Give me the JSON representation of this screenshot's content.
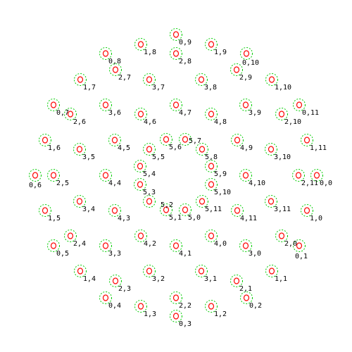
{
  "colors": {
    "background": "#ffffff",
    "outer_ring": "#00cc00",
    "inner_ring": "#ff0000",
    "label": "#000000"
  },
  "rings": [
    {
      "ring": 0,
      "points": [
        {
          "id": 0,
          "label": "0,0",
          "x": 0.0,
          "y": 0.0
        },
        {
          "id": 1,
          "label": "0,1",
          "x": -0.05,
          "y": -0.5
        },
        {
          "id": 2,
          "label": "0,2",
          "x": -0.5,
          "y": -1.0
        },
        {
          "id": 3,
          "label": "0,3",
          "x": -1.0,
          "y": -1.0
        },
        {
          "id": 4,
          "label": "0,4",
          "x": -1.5,
          "y": -1.0
        },
        {
          "id": 5,
          "label": "0,5",
          "x": -1.85,
          "y": -0.55
        },
        {
          "id": 6,
          "label": "0,6",
          "x": -2.0,
          "y": 0.0
        },
        {
          "id": 7,
          "label": "0,7",
          "x": -1.85,
          "y": 0.55
        },
        {
          "id": 8,
          "label": "0,8",
          "x": -1.5,
          "y": 1.0
        },
        {
          "id": 9,
          "label": "0,9",
          "x": -1.0,
          "y": 1.0
        },
        {
          "id": 10,
          "label": "0,10",
          "x": -0.5,
          "y": 1.0
        },
        {
          "id": 11,
          "label": "0,11",
          "x": -0.15,
          "y": 0.5
        }
      ]
    }
  ]
}
